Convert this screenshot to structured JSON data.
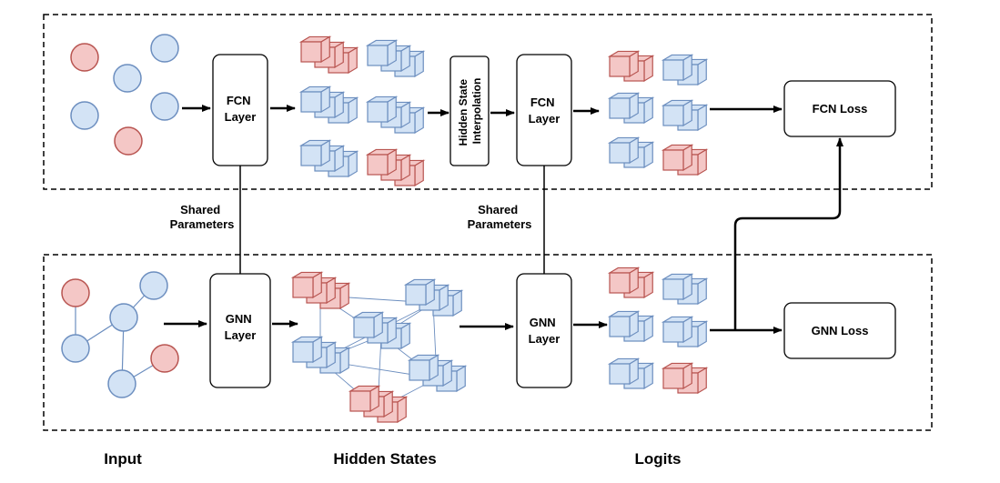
{
  "labels": {
    "fcn_layer_1": [
      "FCN",
      "Layer"
    ],
    "fcn_layer_2": [
      "FCN",
      "Layer"
    ],
    "gnn_layer_1": [
      "GNN",
      "Layer"
    ],
    "gnn_layer_2": [
      "GNN",
      "Layer"
    ],
    "interpolation": [
      "Hidden State",
      "Interpolation"
    ],
    "fcn_loss": "FCN Loss",
    "gnn_loss": "GNN Loss",
    "shared_1": [
      "Shared",
      "Parameters"
    ],
    "shared_2": [
      "Shared",
      "Parameters"
    ],
    "bottom": {
      "input": "Input",
      "hidden_states": "Hidden States",
      "logits": "Logits"
    }
  },
  "colors": {
    "red_fill": "#f4c7c6",
    "red_stroke": "#b85450",
    "blue_fill": "#d3e3f5",
    "blue_stroke": "#6c8ebf",
    "edge": "#6c8ebf",
    "line": "#000000"
  },
  "node_colors": {
    "fcn_input": [
      "red",
      "blue",
      "blue",
      "blue",
      "blue",
      "red"
    ],
    "gnn_input": [
      "red",
      "blue",
      "blue",
      "blue",
      "red",
      "blue"
    ]
  },
  "hidden_colors": {
    "fcn": [
      "red",
      "blue",
      "blue",
      "blue",
      "blue",
      "red"
    ],
    "gnn": [
      "red",
      "blue",
      "blue",
      "blue",
      "blue",
      "red"
    ]
  },
  "logit_colors": {
    "fcn": [
      "red",
      "blue",
      "blue",
      "blue",
      "blue",
      "red"
    ],
    "gnn": [
      "red",
      "blue",
      "blue",
      "blue",
      "blue",
      "red"
    ]
  }
}
